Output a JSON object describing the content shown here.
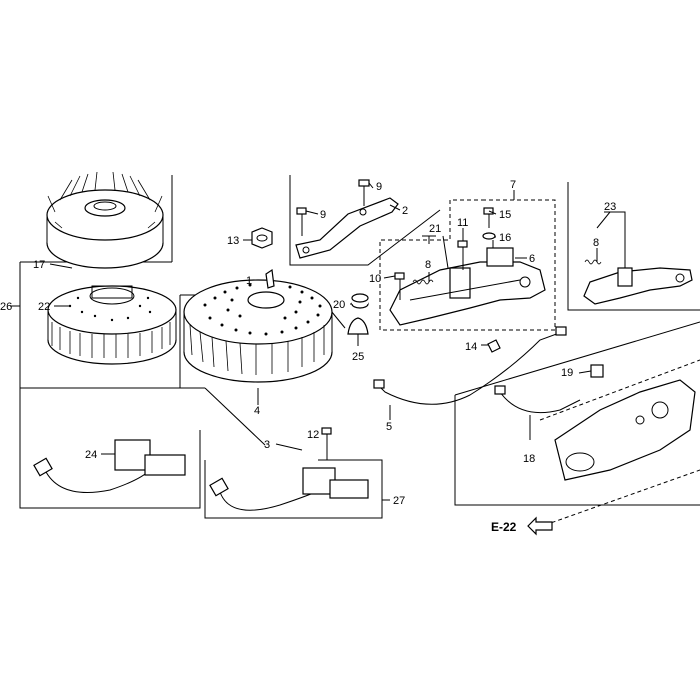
{
  "callouts": [
    "1",
    "2",
    "3",
    "4",
    "5",
    "6",
    "7",
    "8",
    "9",
    "10",
    "11",
    "12",
    "13",
    "14",
    "15",
    "16",
    "17",
    "18",
    "19",
    "20",
    "21",
    "22",
    "23",
    "24",
    "25",
    "26",
    "27"
  ],
  "reference": {
    "label": "E-22"
  }
}
